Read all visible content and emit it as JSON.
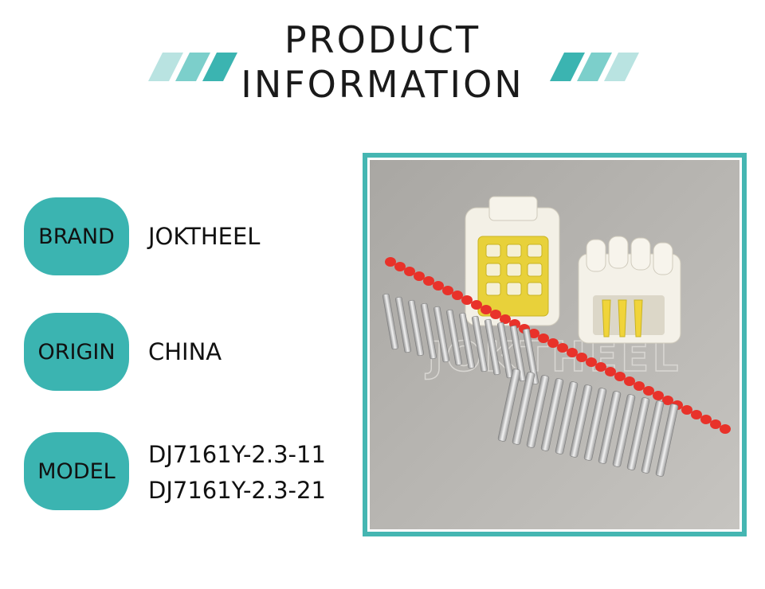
{
  "header": {
    "line1": "PRODUCT",
    "line2": "INFORMATION"
  },
  "colors": {
    "accent": "#3bb4b1",
    "frame": "#45b6b2",
    "stripe_light": "#b9e3e1"
  },
  "rows": [
    {
      "label": "BRAND",
      "value_lines": [
        "JOKTHEEL"
      ]
    },
    {
      "label": "ORIGIN",
      "value_lines": [
        "CHINA"
      ]
    },
    {
      "label": "MODEL",
      "value_lines": [
        "DJ7161Y-2.3-11",
        "DJ7161Y-2.3-21"
      ]
    }
  ],
  "photo": {
    "watermark": "JOKTHEEL"
  }
}
